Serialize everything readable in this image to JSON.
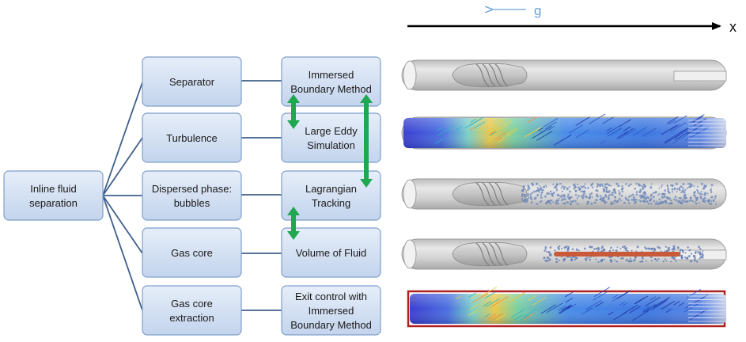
{
  "root": {
    "lines": [
      "Inline fluid",
      "separation"
    ]
  },
  "categories": [
    {
      "lines": [
        "Separator"
      ]
    },
    {
      "lines": [
        "Turbulence"
      ]
    },
    {
      "lines": [
        "Dispersed phase:",
        "bubbles"
      ]
    },
    {
      "lines": [
        "Gas core"
      ]
    },
    {
      "lines": [
        "Gas core",
        "extraction"
      ]
    }
  ],
  "methods": [
    {
      "lines": [
        "Immersed",
        "Boundary  Method"
      ]
    },
    {
      "lines": [
        "Large Eddy",
        "Simulation"
      ]
    },
    {
      "lines": [
        "Lagrangian",
        "Tracking"
      ]
    },
    {
      "lines": [
        "Volume  of Fluid"
      ]
    },
    {
      "lines": [
        "Exit control with",
        "Immersed",
        "Boundary  Method"
      ]
    }
  ],
  "axis": {
    "x_label": "x",
    "gravity_label": "g"
  },
  "simulations": [
    {
      "type": "geometry"
    },
    {
      "type": "turbulence-field"
    },
    {
      "type": "bubbles"
    },
    {
      "type": "gas-core"
    },
    {
      "type": "exit-control"
    }
  ],
  "colors": {
    "box_fill_top": "#e3ecf8",
    "box_fill_bottom": "#c6d6ee",
    "box_border": "#7f9fcb",
    "connector": "#3f5f8a",
    "coupling_arrow": "#1fa84f",
    "axis_arrow": "#000000",
    "gravity": "#6aa1d6",
    "pipe": "#d6d6d6",
    "exit_border": "#b02020"
  }
}
